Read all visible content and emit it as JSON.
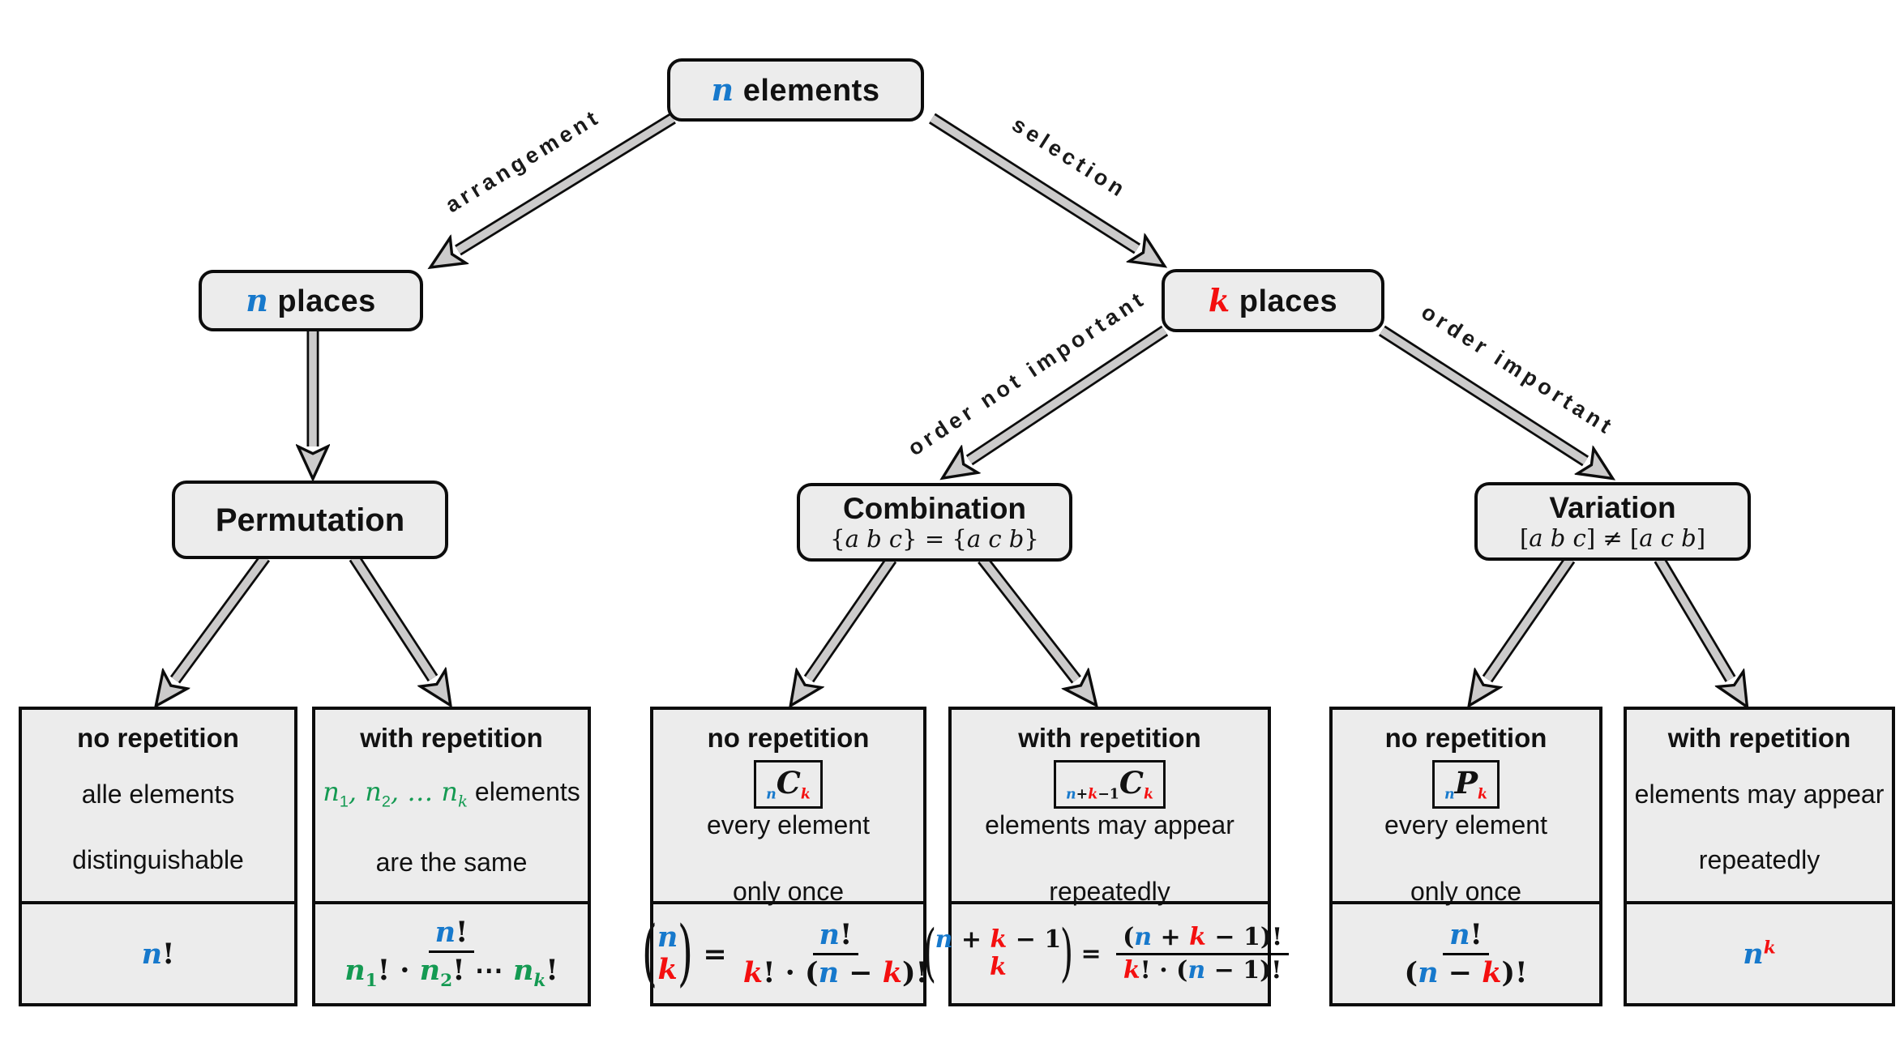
{
  "colors": {
    "blue": "#1779CC",
    "red": "#F40F0F",
    "green": "#149A52",
    "boxFill": "#ECECEC",
    "arrowFill": "#CCCBCB",
    "border": "#0C0C0C"
  },
  "edges": {
    "arrangement": "arrangement",
    "selection": "selection",
    "order_not_important": "order not important",
    "order_important": "order important"
  },
  "nodes": {
    "elements": {
      "label": [
        {
          "t": "n",
          "m": true,
          "c": "blue"
        },
        {
          "t": " elements"
        }
      ]
    },
    "n_places": {
      "label": [
        {
          "t": "n",
          "m": true,
          "c": "blue"
        },
        {
          "t": " places"
        }
      ]
    },
    "k_places": {
      "label": [
        {
          "t": "k",
          "m": true,
          "c": "red"
        },
        {
          "t": " places"
        }
      ]
    },
    "permutation": {
      "title": "Permutation"
    },
    "combination": {
      "title": "Combination",
      "subtitle": [
        {
          "t": "{"
        },
        {
          "t": "a b c",
          "m": true
        },
        {
          "t": "} = {"
        },
        {
          "t": "a c b",
          "m": true
        },
        {
          "t": "}"
        }
      ]
    },
    "variation": {
      "title": "Variation",
      "subtitle": [
        {
          "t": "["
        },
        {
          "t": "a b c",
          "m": true
        },
        {
          "t": "] ≠ ["
        },
        {
          "t": "a c b",
          "m": true
        },
        {
          "t": "]"
        }
      ]
    }
  },
  "leaves": [
    {
      "heading": "no repetition",
      "desc": [
        {
          "k": "row",
          "tokens": [
            {
              "t": "alle elements"
            }
          ]
        },
        {
          "k": "br"
        },
        {
          "k": "row",
          "tokens": [
            {
              "t": "distinguishable"
            }
          ]
        }
      ],
      "formula": [
        {
          "k": "row",
          "tokens": [
            {
              "t": "n",
              "m": true,
              "c": "blue"
            },
            {
              "t": "!"
            }
          ]
        }
      ]
    },
    {
      "heading": "with repetition",
      "desc": [
        {
          "k": "row",
          "tokens": [
            {
              "t": "n",
              "m": true,
              "c": "green"
            },
            {
              "t": "1",
              "sub": true,
              "c": "green"
            },
            {
              "t": ", ",
              "m": true,
              "c": "green"
            },
            {
              "t": "n",
              "m": true,
              "c": "green"
            },
            {
              "t": "2",
              "sub": true,
              "c": "green"
            },
            {
              "t": ", … ",
              "m": true,
              "c": "green"
            },
            {
              "t": "n",
              "m": true,
              "c": "green"
            },
            {
              "t": "k",
              "sub": true,
              "m": true,
              "c": "green"
            },
            {
              "t": " elements"
            }
          ]
        },
        {
          "k": "br"
        },
        {
          "k": "row",
          "tokens": [
            {
              "t": "are the same"
            }
          ]
        }
      ],
      "formula": [
        {
          "k": "frac",
          "num": [
            {
              "t": "n",
              "m": true,
              "c": "blue"
            },
            {
              "t": "!"
            }
          ],
          "den": [
            {
              "t": "n",
              "m": true,
              "c": "green"
            },
            {
              "t": "1",
              "sub": true,
              "c": "green"
            },
            {
              "t": "! · "
            },
            {
              "t": "n",
              "m": true,
              "c": "green"
            },
            {
              "t": "2",
              "sub": true,
              "c": "green"
            },
            {
              "t": "! ⋯ "
            },
            {
              "t": "n",
              "m": true,
              "c": "green"
            },
            {
              "t": "k",
              "sub": true,
              "m": true,
              "c": "green"
            },
            {
              "t": "!"
            }
          ]
        }
      ]
    },
    {
      "heading": "no repetition",
      "badge": [
        {
          "t": "n",
          "m": true,
          "c": "blue",
          "sub": true
        },
        {
          "t": "C",
          "m": true,
          "big": true
        },
        {
          "t": "k",
          "m": true,
          "c": "red",
          "sub": true
        }
      ],
      "desc": [
        {
          "k": "row",
          "tokens": [
            {
              "t": "every element"
            }
          ]
        },
        {
          "k": "br"
        },
        {
          "k": "row",
          "tokens": [
            {
              "t": "only once"
            }
          ]
        }
      ],
      "formula": [
        {
          "k": "binom",
          "top": [
            {
              "t": "n",
              "m": true,
              "c": "blue"
            }
          ],
          "bot": [
            {
              "t": "k",
              "m": true,
              "c": "red"
            }
          ]
        },
        {
          "k": "row",
          "tokens": [
            {
              "t": " = "
            }
          ]
        },
        {
          "k": "frac",
          "num": [
            {
              "t": "n",
              "m": true,
              "c": "blue"
            },
            {
              "t": "!"
            }
          ],
          "den": [
            {
              "t": "k",
              "m": true,
              "c": "red"
            },
            {
              "t": "! · ("
            },
            {
              "t": "n",
              "m": true,
              "c": "blue"
            },
            {
              "t": " − "
            },
            {
              "t": "k",
              "m": true,
              "c": "red"
            },
            {
              "t": ")!"
            }
          ]
        }
      ]
    },
    {
      "heading": "with repetition",
      "badge": [
        {
          "t": "n",
          "m": true,
          "c": "blue",
          "sub": true
        },
        {
          "t": "+",
          "sub": true
        },
        {
          "t": "k",
          "m": true,
          "c": "red",
          "sub": true
        },
        {
          "t": "−1",
          "sub": true
        },
        {
          "t": "C",
          "m": true,
          "big": true
        },
        {
          "t": "k",
          "m": true,
          "c": "red",
          "sub": true
        }
      ],
      "desc": [
        {
          "k": "row",
          "tokens": [
            {
              "t": "elements may appear"
            }
          ]
        },
        {
          "k": "br"
        },
        {
          "k": "row",
          "tokens": [
            {
              "t": "repeatedly"
            }
          ]
        }
      ],
      "formula": [
        {
          "k": "binom",
          "top": [
            {
              "t": "n",
              "m": true,
              "c": "blue"
            },
            {
              "t": " + "
            },
            {
              "t": "k",
              "m": true,
              "c": "red"
            },
            {
              "t": " − 1"
            }
          ],
          "bot": [
            {
              "t": "k",
              "m": true,
              "c": "red"
            }
          ]
        },
        {
          "k": "row",
          "tokens": [
            {
              "t": " = "
            }
          ]
        },
        {
          "k": "frac",
          "num": [
            {
              "t": "("
            },
            {
              "t": "n",
              "m": true,
              "c": "blue"
            },
            {
              "t": " + "
            },
            {
              "t": "k",
              "m": true,
              "c": "red"
            },
            {
              "t": " − 1)!"
            }
          ],
          "den": [
            {
              "t": "k",
              "m": true,
              "c": "red"
            },
            {
              "t": "! · ("
            },
            {
              "t": "n",
              "m": true,
              "c": "blue"
            },
            {
              "t": " − 1)!"
            }
          ]
        }
      ]
    },
    {
      "heading": "no repetition",
      "badge": [
        {
          "t": "n",
          "m": true,
          "c": "blue",
          "sub": true
        },
        {
          "t": "P",
          "m": true,
          "big": true
        },
        {
          "t": "k",
          "m": true,
          "c": "red",
          "sub": true
        }
      ],
      "desc": [
        {
          "k": "row",
          "tokens": [
            {
              "t": "every element"
            }
          ]
        },
        {
          "k": "br"
        },
        {
          "k": "row",
          "tokens": [
            {
              "t": "only once"
            }
          ]
        }
      ],
      "formula": [
        {
          "k": "frac",
          "num": [
            {
              "t": "n",
              "m": true,
              "c": "blue"
            },
            {
              "t": "!"
            }
          ],
          "den": [
            {
              "t": "("
            },
            {
              "t": "n",
              "m": true,
              "c": "blue"
            },
            {
              "t": " − "
            },
            {
              "t": "k",
              "m": true,
              "c": "red"
            },
            {
              "t": ")!"
            }
          ]
        }
      ]
    },
    {
      "heading": "with repetition",
      "desc": [
        {
          "k": "row",
          "tokens": [
            {
              "t": "elements may appear"
            }
          ]
        },
        {
          "k": "br"
        },
        {
          "k": "row",
          "tokens": [
            {
              "t": "repeatedly"
            }
          ]
        }
      ],
      "formula": [
        {
          "k": "row",
          "tokens": [
            {
              "t": "n",
              "m": true,
              "c": "blue"
            },
            {
              "t": "k",
              "m": true,
              "c": "red",
              "sup": true
            }
          ]
        }
      ]
    }
  ]
}
